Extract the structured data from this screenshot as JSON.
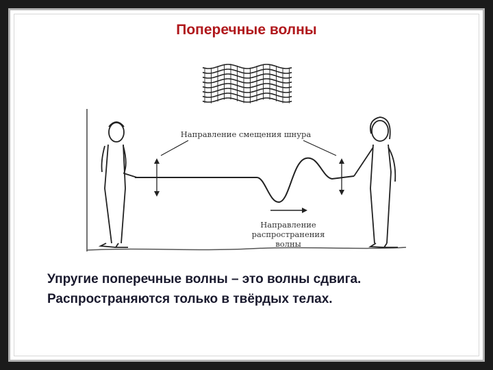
{
  "slide": {
    "title": "Поперечные волны",
    "caption_line1": "Упругие поперечные волны – это волны сдвига.",
    "caption_line2": "Распространяются только в твёрдых телах.",
    "title_color": "#b0181c",
    "text_color": "#1a1a2e"
  },
  "figure": {
    "label_displacement": "Направление смещения шнура",
    "label_propagation_line1": "Направление",
    "label_propagation_line2": "распространения",
    "label_propagation_line3": "волны"
  }
}
